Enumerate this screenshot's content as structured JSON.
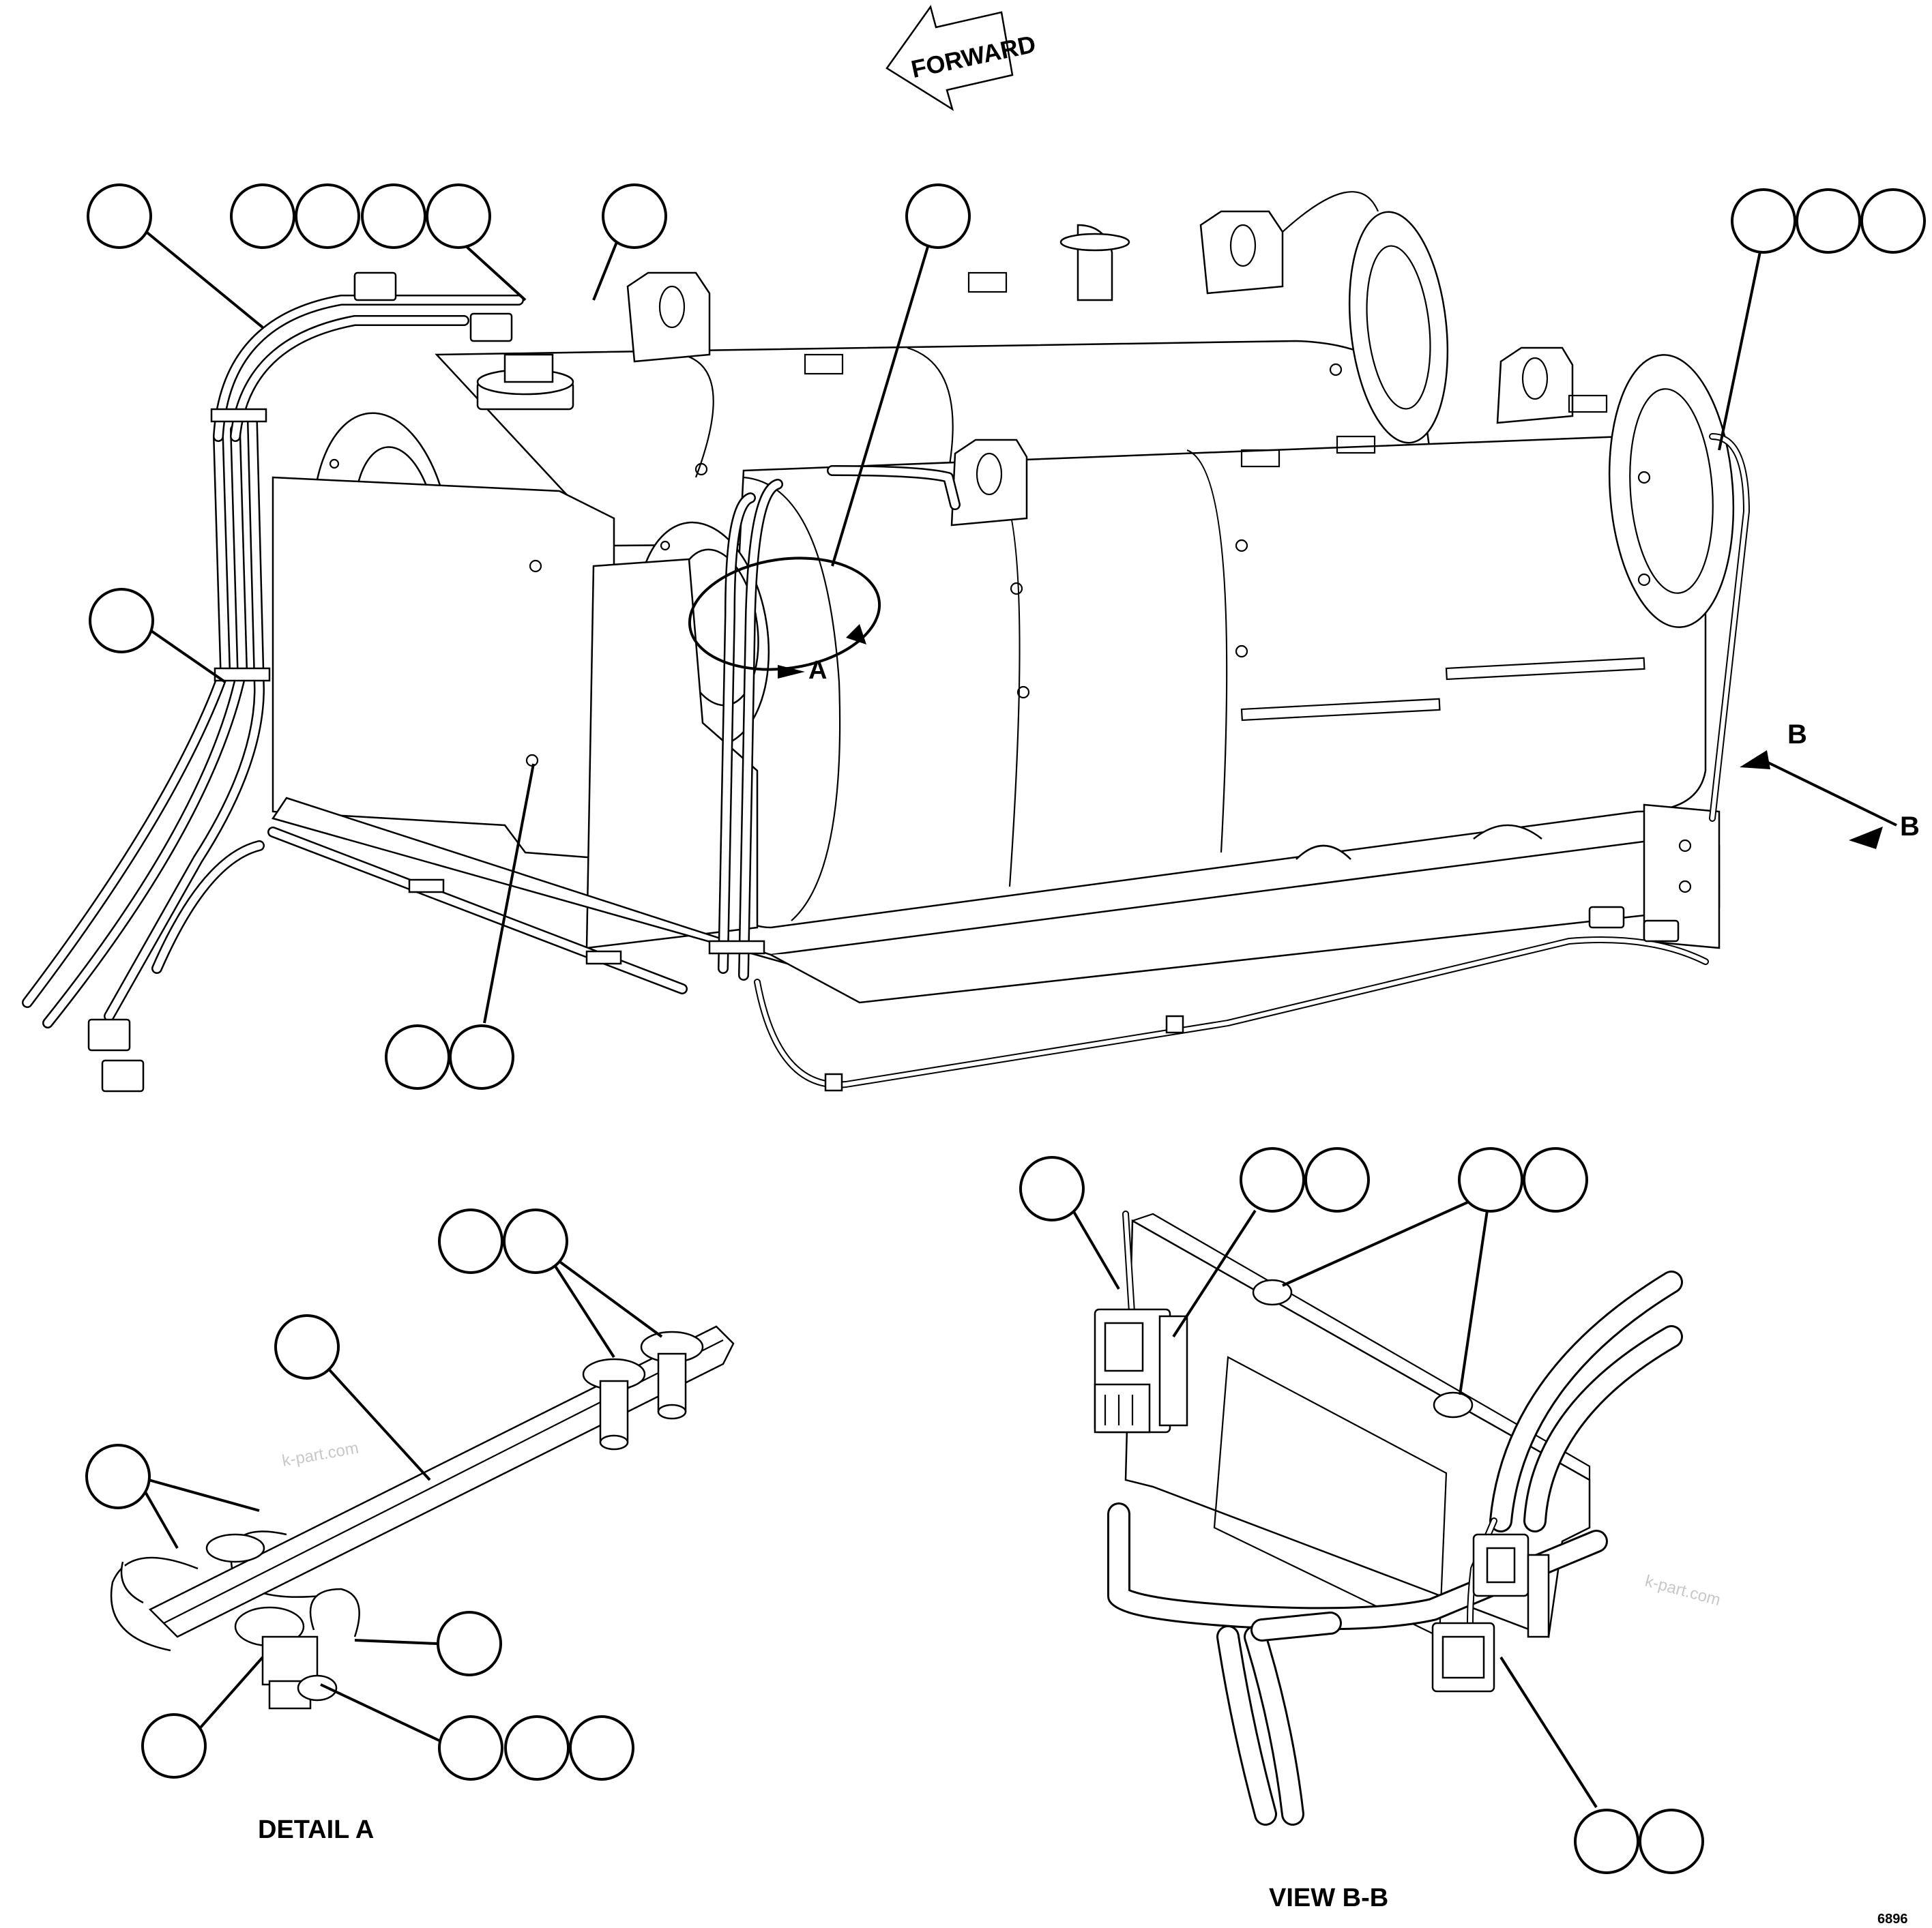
{
  "labels": {
    "forward": "FORWARD",
    "detail_ref": "A",
    "view_ref_1": "B",
    "view_ref_2": "B",
    "detail_title": "DETAIL A",
    "view_title": "VIEW B-B",
    "sheet_code": "6896"
  },
  "watermark": "k-part.com",
  "callout_groups": {
    "main": [
      "top-left",
      "top-2",
      "top-3",
      "top-4",
      "top-5",
      "top-6",
      "top-center",
      "top-right-1",
      "top-right-2",
      "top-right-3",
      "left-middle",
      "bottom-1",
      "bottom-2"
    ],
    "detail_a": [
      "stud-1",
      "stud-2",
      "bar",
      "clip",
      "lower-right",
      "stack-bottom-left",
      "nut-1",
      "nut-2",
      "nut-3"
    ],
    "view_bb": [
      "harness",
      "conn-1",
      "conn-2",
      "stud-1",
      "stud-2",
      "bottom-1",
      "bottom-2"
    ]
  }
}
